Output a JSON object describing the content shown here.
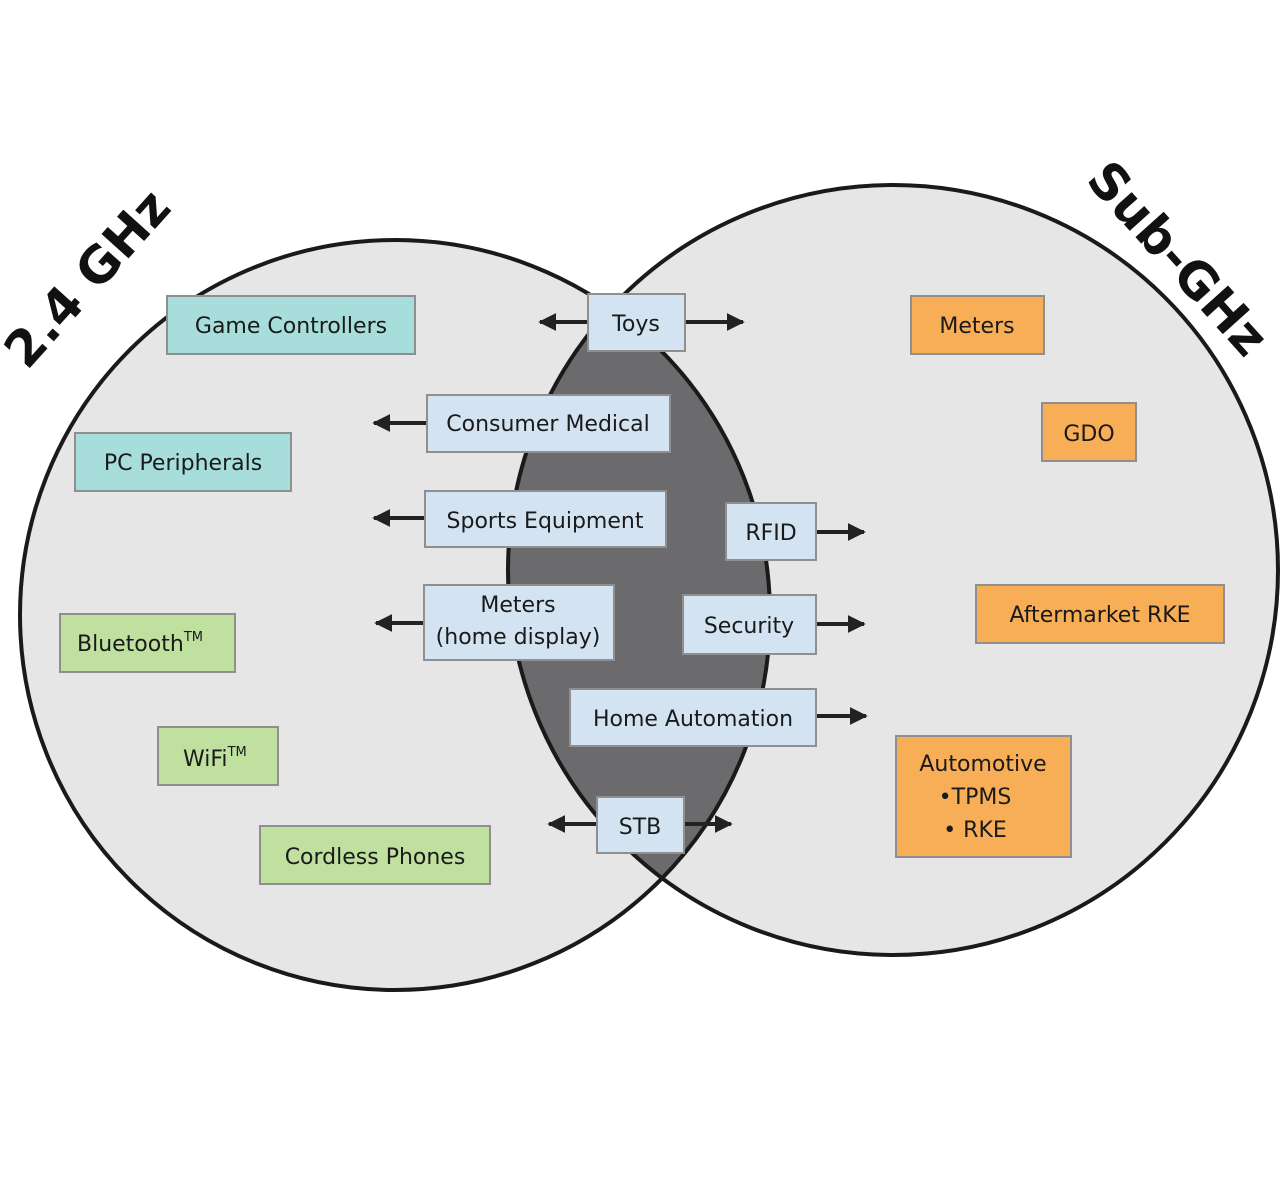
{
  "titles": {
    "left": "2.4 GHz",
    "right": "Sub-GHz"
  },
  "colors": {
    "circle_fill": "#e6e6e6",
    "circle_stroke": "#1a1a1a",
    "overlap_fill": "#6b6b6d",
    "teal": "#a7dedb",
    "green": "#bfe09f",
    "orange": "#f7ae57",
    "blue": "#d3e3f2",
    "box_stroke": "#8f8f8f",
    "arrow": "#222222"
  },
  "left_items": {
    "game_controllers": "Game Controllers",
    "pc_peripherals": "PC Peripherals",
    "bluetooth": "Bluetooth",
    "bluetooth_tm": "TM",
    "wifi": "WiFi",
    "wifi_tm": "TM",
    "cordless_phones": "Cordless Phones"
  },
  "right_items": {
    "meters": "Meters",
    "gdo": "GDO",
    "aftermarket_rke": "Aftermarket RKE",
    "automotive": "Automotive",
    "tpms": "•TPMS",
    "rke": "• RKE"
  },
  "middle_items": {
    "toys": "Toys",
    "consumer_medical": "Consumer Medical",
    "sports_equipment": "Sports Equipment",
    "meters_line1": "Meters",
    "meters_line2": "(home display)",
    "rfid": "RFID",
    "security": "Security",
    "home_automation": "Home Automation",
    "stb": "STB"
  }
}
